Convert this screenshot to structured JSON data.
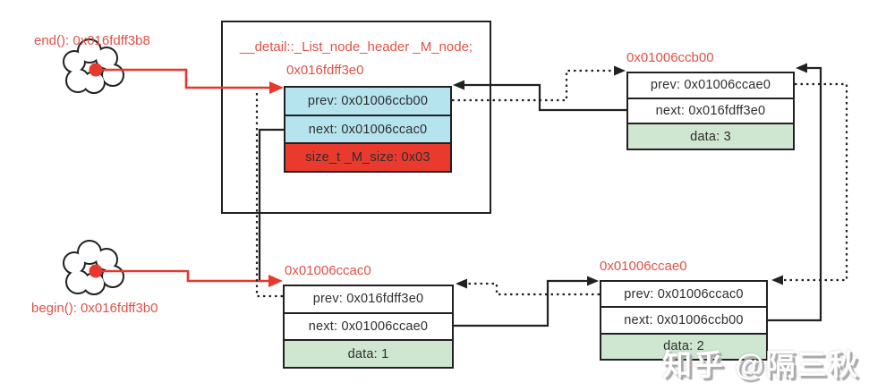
{
  "colors": {
    "accent_red": "#e6382c",
    "red_text": "#e05147",
    "cyan_row": "#b5e3ee",
    "green_row": "#cfe7d0",
    "size_row_red": "#ea3a2d",
    "line_dark": "#212121"
  },
  "pointers": {
    "end": {
      "label": "end(): 0x016fdff3b8"
    },
    "begin": {
      "label": "begin(): 0x016fdff3b0"
    }
  },
  "header_box": {
    "title": "__detail::_List_node_header _M_node;",
    "address": "0x016fdff3e0",
    "rows": {
      "prev": "prev: 0x01006ccb00",
      "next": "next: 0x01006ccac0",
      "size": "size_t _M_size: 0x03"
    }
  },
  "nodes": {
    "node3": {
      "address": "0x01006ccb00",
      "prev": "prev: 0x01006ccae0",
      "next": "next: 0x016fdff3e0",
      "data": "data: 3"
    },
    "node1": {
      "address": "0x01006ccac0",
      "prev": "prev: 0x016fdff3e0",
      "next": "next: 0x01006ccae0",
      "data": "data: 1"
    },
    "node2": {
      "address": "0x01006ccae0",
      "prev": "prev: 0x01006ccac0",
      "next": "next: 0x01006ccb00",
      "data": "data: 2"
    }
  },
  "watermark": "知乎 @隔三秋"
}
